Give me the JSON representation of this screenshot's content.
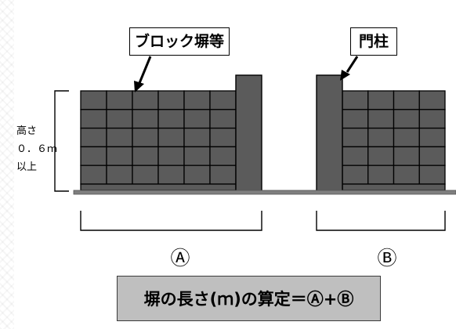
{
  "labels": {
    "block_wall": "ブロック塀等",
    "gate_pillar": "門柱"
  },
  "height_note": {
    "line1": "高さ",
    "line2": "０．６ｍ",
    "line3": "以上"
  },
  "segments": {
    "a": "Ⓐ",
    "b": "Ⓑ"
  },
  "formula": "塀の長さ(ｍ)の算定＝Ⓐ+Ⓑ",
  "colors": {
    "block": "#5b5b5b",
    "mortar": "#000000",
    "ground": "#7f7f7f",
    "formula_box": "#bfbfbf"
  }
}
